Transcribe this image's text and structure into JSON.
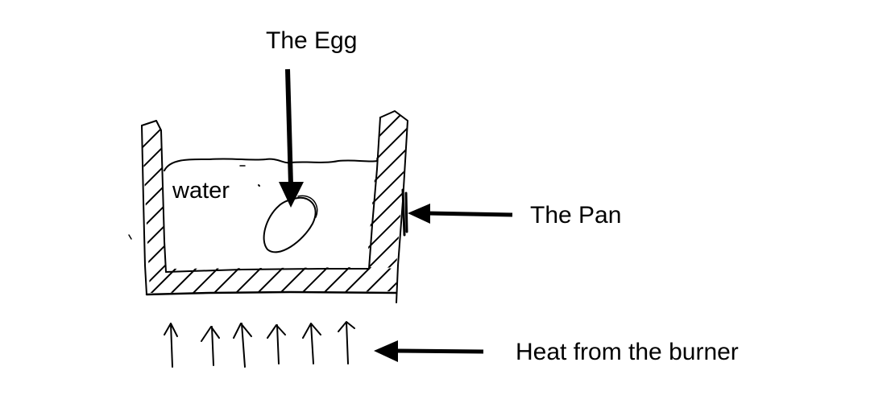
{
  "labels": {
    "egg": "The Egg",
    "water": "water",
    "pan": "The Pan",
    "heat": "Heat from the burner"
  },
  "icons": {
    "heat_arrow_count": 6
  },
  "colors": {
    "ink": "#000000",
    "background": "#ffffff"
  }
}
